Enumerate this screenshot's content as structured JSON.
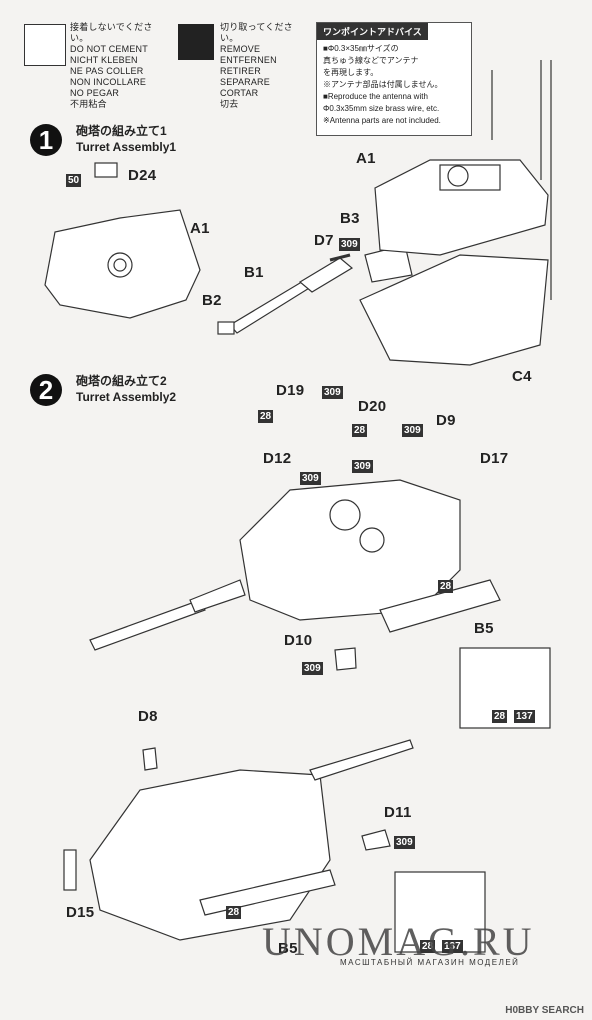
{
  "caution_cement": {
    "lines": [
      "接着しないでください。",
      "DO NOT CEMENT",
      "NICHT KLEBEN",
      "NE PAS COLLER",
      "NON INCOLLARE",
      "NO PEGAR",
      "不用粘合"
    ]
  },
  "caution_cut": {
    "lines": [
      "切り取ってください。",
      "REMOVE",
      "ENTFERNEN",
      "RETIRER",
      "SEPARARE",
      "CORTAR",
      "切去"
    ]
  },
  "advice": {
    "title": "ワンポイントアドバイス",
    "lines": [
      "■Φ0.3×35㎜サイズの",
      "真ちゅう線などでアンテナ",
      "を再現します。",
      "※アンテナ部品は付属しません。",
      "■Reproduce the antenna with",
      "Φ0.3x35mm size brass wire, etc.",
      "※Antenna parts are not included."
    ]
  },
  "step1": {
    "number": "1",
    "title_jp": "砲塔の組み立て1",
    "title_en": "Turret Assembly1",
    "parts": {
      "d24": "D24",
      "a1_left": "A1",
      "b1": "B1",
      "b2": "B2",
      "d7": "D7",
      "b3": "B3",
      "a1_right": "A1",
      "c4": "C4"
    },
    "paint": {
      "p50": "50",
      "p309": "309"
    }
  },
  "step2": {
    "number": "2",
    "title_jp": "砲塔の組み立て2",
    "title_en": "Turret Assembly2",
    "parts": {
      "d19": "D19",
      "d20": "D20",
      "d9": "D9",
      "d12": "D12",
      "d17": "D17",
      "b5": "B5",
      "d10": "D10",
      "d8": "D8",
      "d11": "D11",
      "d15": "D15",
      "b_bottom": "B5"
    },
    "paint": {
      "p309_a": "309",
      "p28_a": "28",
      "p28_b": "28",
      "p309_b": "309",
      "p309_c": "309",
      "p309_d": "309",
      "p309_e": "309",
      "p28_c": "28",
      "p28_d": "28",
      "p137": "137",
      "p309_f": "309",
      "p28_e": "28",
      "p28_f": "28",
      "p137_b": "137"
    }
  },
  "watermark": {
    "main": "UNOMAG.RU",
    "sub": "МАСШТАБНЫЙ МАГАЗИН МОДЕЛЕЙ"
  },
  "footer": "H0BBY SEARCH"
}
